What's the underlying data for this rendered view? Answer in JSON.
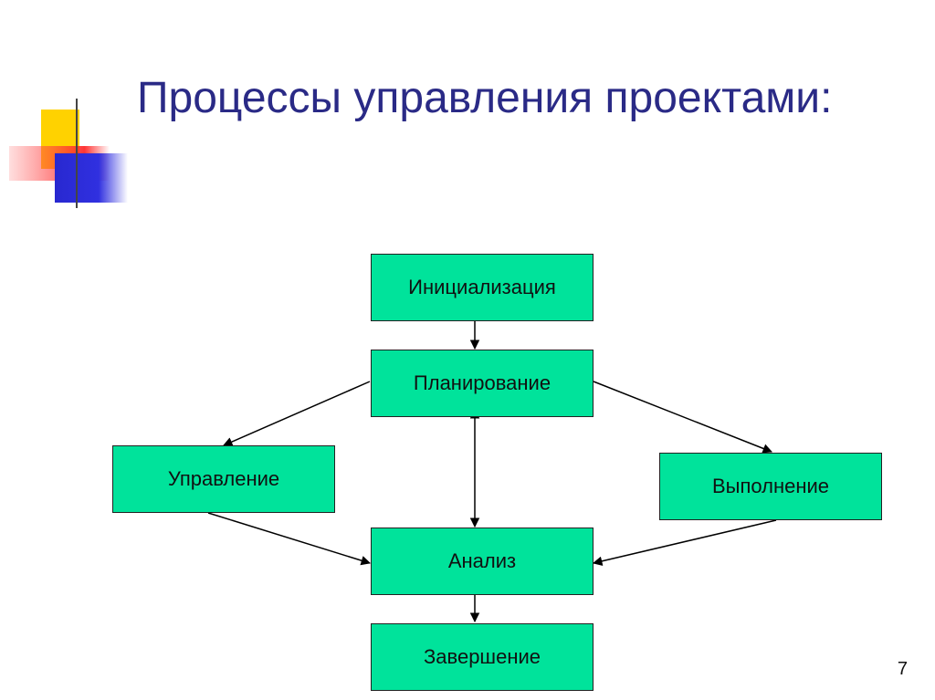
{
  "slide": {
    "title": "Процессы управления проектами:",
    "page_number": "7"
  },
  "diagram": {
    "nodes": {
      "init": "Инициализация",
      "planning": "Планирование",
      "control": "Управление",
      "execution": "Выполнение",
      "analysis": "Анализ",
      "closing": "Завершение"
    },
    "edges": [
      {
        "from": "init",
        "to": "planning"
      },
      {
        "from": "planning",
        "to": "control"
      },
      {
        "from": "planning",
        "to": "execution"
      },
      {
        "from": "planning",
        "to": "analysis",
        "bidirectional": true
      },
      {
        "from": "control",
        "to": "analysis"
      },
      {
        "from": "execution",
        "to": "analysis"
      },
      {
        "from": "analysis",
        "to": "closing"
      }
    ],
    "box_color": "#00e39b",
    "title_color": "#2a2a86"
  }
}
